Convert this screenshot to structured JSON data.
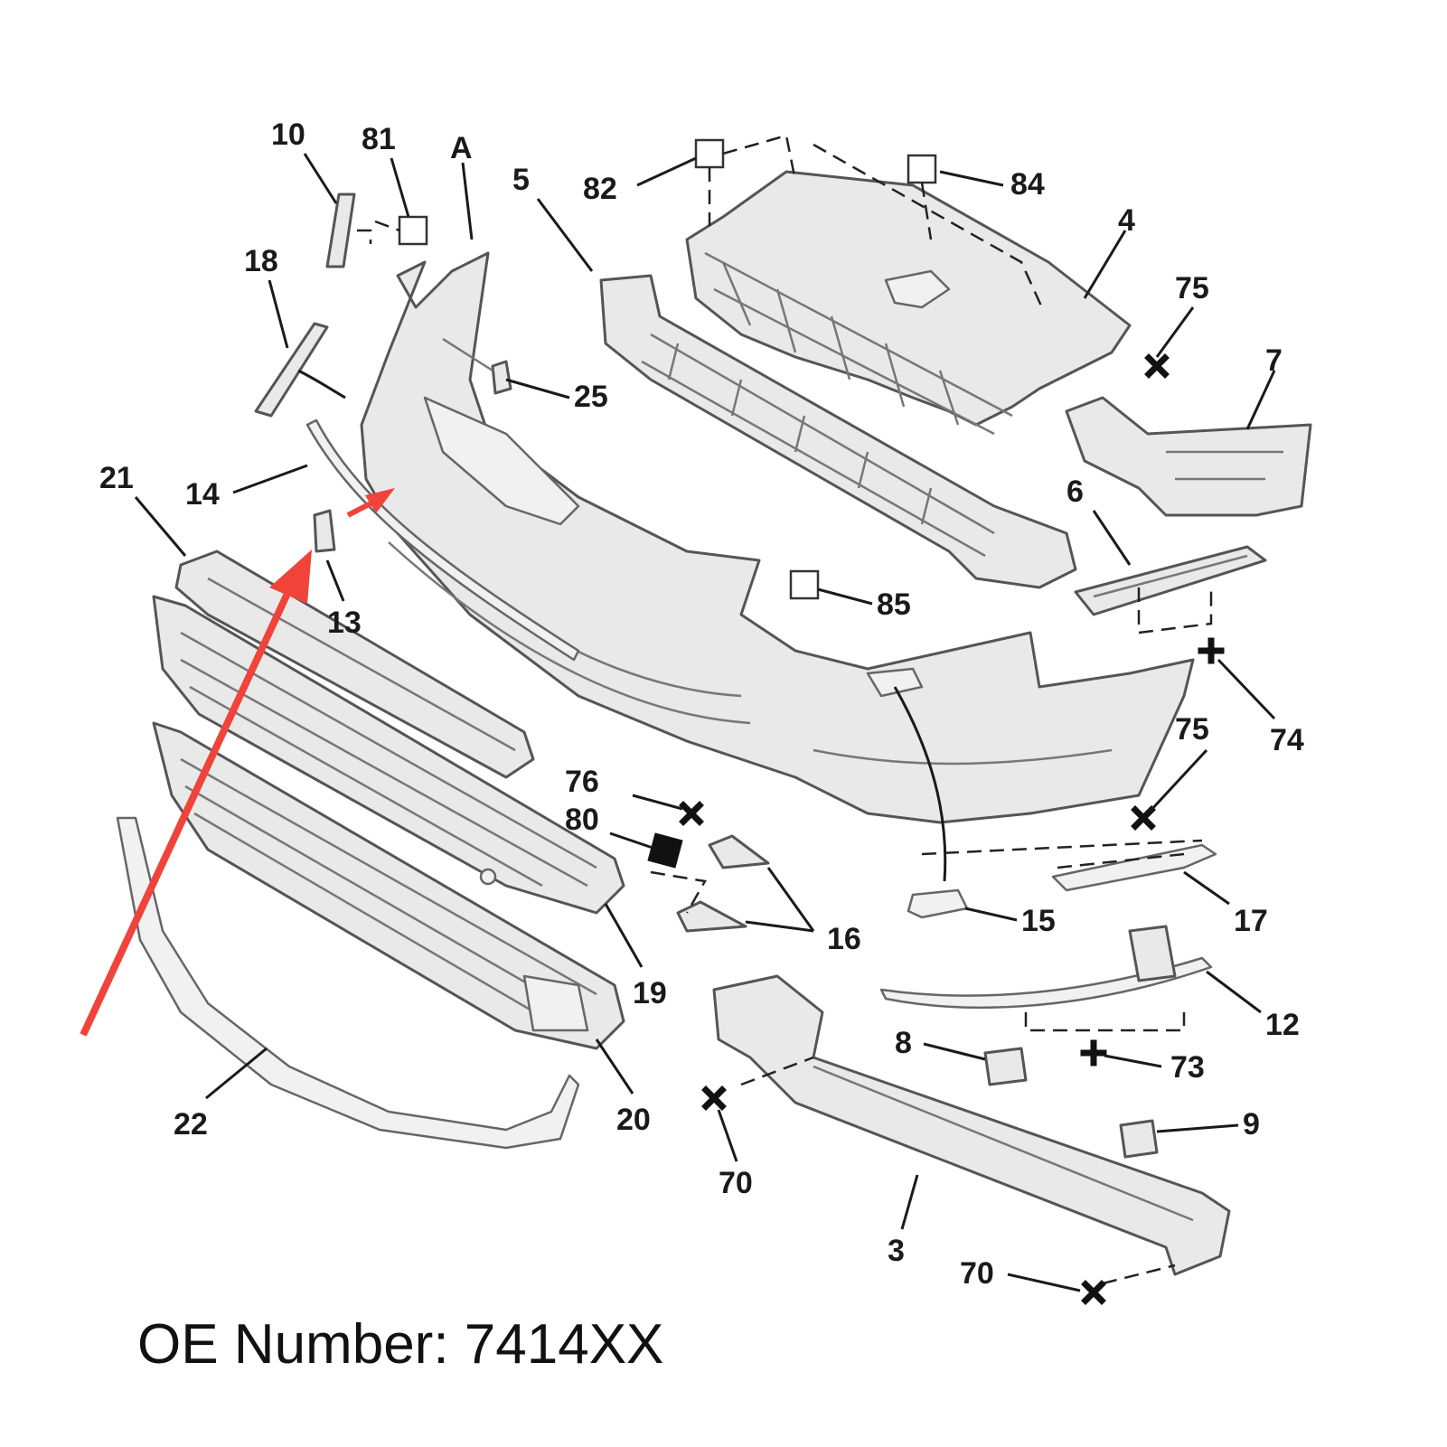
{
  "callouts": [
    {
      "id": "10",
      "label": "10"
    },
    {
      "id": "81",
      "label": "81"
    },
    {
      "id": "A",
      "label": "A"
    },
    {
      "id": "5",
      "label": "5"
    },
    {
      "id": "82",
      "label": "82"
    },
    {
      "id": "84",
      "label": "84"
    },
    {
      "id": "4",
      "label": "4"
    },
    {
      "id": "18",
      "label": "18"
    },
    {
      "id": "75a",
      "label": "75"
    },
    {
      "id": "7",
      "label": "7"
    },
    {
      "id": "25",
      "label": "25"
    },
    {
      "id": "21",
      "label": "21"
    },
    {
      "id": "14",
      "label": "14"
    },
    {
      "id": "6",
      "label": "6"
    },
    {
      "id": "13",
      "label": "13"
    },
    {
      "id": "85",
      "label": "85"
    },
    {
      "id": "74",
      "label": "74"
    },
    {
      "id": "75b",
      "label": "75"
    },
    {
      "id": "76",
      "label": "76"
    },
    {
      "id": "80",
      "label": "80"
    },
    {
      "id": "17",
      "label": "17"
    },
    {
      "id": "15",
      "label": "15"
    },
    {
      "id": "16",
      "label": "16"
    },
    {
      "id": "19",
      "label": "19"
    },
    {
      "id": "12",
      "label": "12"
    },
    {
      "id": "8",
      "label": "8"
    },
    {
      "id": "73",
      "label": "73"
    },
    {
      "id": "9",
      "label": "9"
    },
    {
      "id": "22",
      "label": "22"
    },
    {
      "id": "20",
      "label": "20"
    },
    {
      "id": "70a",
      "label": "70"
    },
    {
      "id": "3",
      "label": "3"
    },
    {
      "id": "70b",
      "label": "70"
    }
  ],
  "footer": {
    "oe_label": "OE Number:",
    "oe_value": "7414XX"
  },
  "colors": {
    "highlight_arrow": "#f0433a",
    "part_fill": "#e9e9e9",
    "outline": "#555555"
  }
}
